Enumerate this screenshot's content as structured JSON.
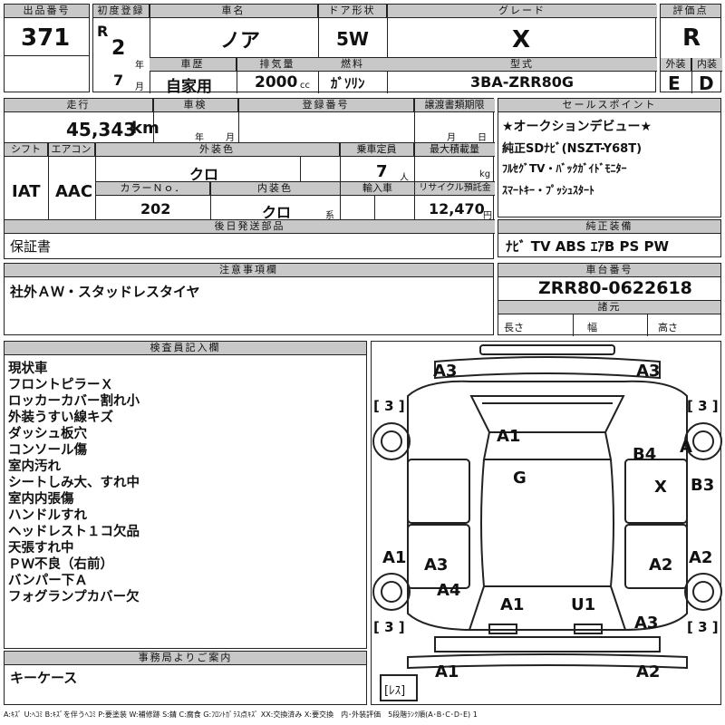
{
  "header": {
    "lot_label": "出品番号",
    "lot": "371",
    "first_reg_label": "初度登録",
    "era": "R",
    "year": "2",
    "year_unit": "年",
    "month": "7",
    "month_unit": "月",
    "car_name_label": "車名",
    "car_name": "ノア",
    "history_label": "車歴",
    "history": "自家用",
    "displacement_label": "排気量",
    "displacement": "2000",
    "cc": "cc",
    "door_label": "ドア形状",
    "door": "5W",
    "fuel_label": "燃料",
    "fuel": "ｶﾞｿﾘﾝ",
    "grade_label": "グレード",
    "grade": "X",
    "model_label": "型式",
    "model": "3BA-ZRR80G",
    "score_label": "評価点",
    "score": "R",
    "ext_label": "外装",
    "ext": "E",
    "int_label": "内装",
    "int": "D"
  },
  "mid": {
    "mileage_label": "走行",
    "mileage": "45,343",
    "km": "km",
    "shaken_label": "車検",
    "nen": "年",
    "tsuki": "月",
    "regno_label": "登録番号",
    "transfer_label": "譲渡書類期限",
    "t_tsuki": "月",
    "t_hi": "日",
    "shift_label": "シフト",
    "shift": "IAT",
    "ac_label": "エアコン",
    "ac": "AAC",
    "color_label": "外装色",
    "color": "クロ",
    "seats_label": "乗車定員",
    "seats": "7",
    "seats_unit": "人",
    "load_label": "最大積載量",
    "load_unit": "kg",
    "colorno_label": "カラーＮｏ．",
    "colorno": "202",
    "intcolor_label": "内装色",
    "intcolor": "クロ",
    "kei": "系",
    "import_label": "輸入車",
    "recycle_label": "リサイクル預託金",
    "recycle": "12,470",
    "yen": "円",
    "delivery_label": "後日発送部品",
    "delivery": "保証書"
  },
  "sales": {
    "label": "セールスポイント",
    "lines": [
      "★オークションデビュー★",
      "純正SDﾅﾋﾞ(NSZT-Y68T)",
      "ﾌﾙｾｸﾞTV・ﾊﾞｯｸｶﾞｲﾄﾞﾓﾆﾀｰ",
      "ｽﾏｰﾄｷｰ・ﾌﾟｯｼｭｽﾀｰﾄ"
    ]
  },
  "equip": {
    "label": "純正装備",
    "value": "ﾅﾋﾞ TV ABS ｴｱB PS PW"
  },
  "notes": {
    "label": "注意事項欄",
    "value": "社外ＡＷ・スタッドレスタイヤ"
  },
  "chassis": {
    "label": "車台番号",
    "value": "ZRR80-0622618",
    "dims_label": "諸元",
    "length": "長さ",
    "width": "幅",
    "height": "高さ"
  },
  "inspector": {
    "label": "検査員記入欄",
    "lines": [
      "現状車",
      "フロントピラーＸ",
      "ロッカーカバー割れ小",
      "外装うすい線キズ",
      "ダッシュ板穴",
      "コンソール傷",
      "室内汚れ",
      "シートしみ大、すれ中",
      "室内内張傷",
      "ハンドルすれ",
      "ヘッドレスト１コ欠品",
      "天張すれ中",
      "ＰＷ不良（右前）",
      "バンパー下Ａ",
      "フォグランプカバー欠"
    ]
  },
  "office": {
    "label": "事務局よりご案内",
    "value": "キーケース"
  },
  "diagram": {
    "marks": [
      "A3",
      "A3",
      "A1",
      "B4",
      "A",
      "G",
      "X",
      "B3",
      "A1",
      "A3",
      "A2",
      "A2",
      "A4",
      "A1",
      "U1",
      "A3",
      "A1",
      "A2"
    ],
    "tires": [
      "[ 3 ]",
      "[ 3 ]",
      "[ 3 ]",
      "[ 3 ]"
    ],
    "spare": "[ﾚｽ]"
  },
  "legend": "A:ｷｽﾞ U:ﾍｺﾐ B:ｷｽﾞを伴うﾍｺﾐ P:要塗装 W:補修跡 S:錆 C:腐食 G:ﾌﾛﾝﾄｶﾞﾗｽ点ｷｽﾞ XX:交換済み X:要交換　内･外装評価　5段階ﾗﾝｸ順(A･B･C･D･E) 1"
}
